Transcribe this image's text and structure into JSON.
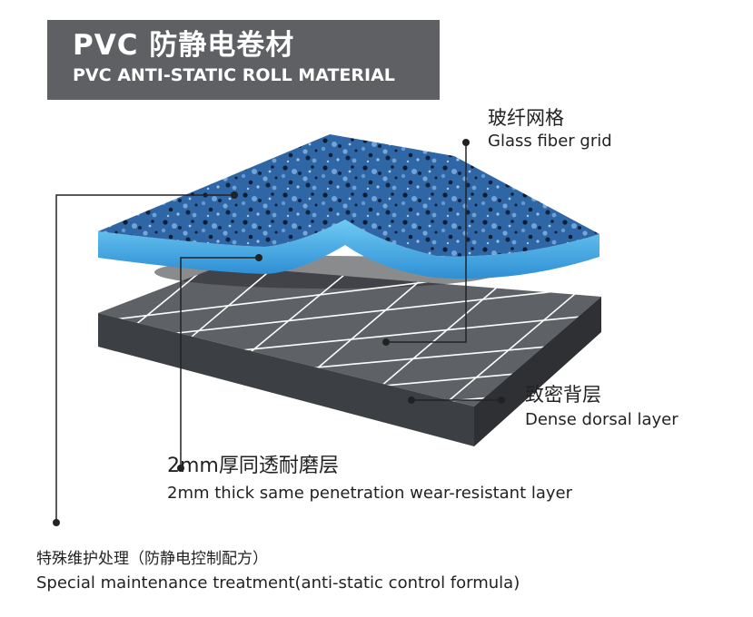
{
  "title": {
    "cn": "PVC 防静电卷材",
    "en": "PVC ANTI-STATIC ROLL MATERIAL"
  },
  "labels": {
    "glass_fiber": {
      "cn": "玻纤网格",
      "en": "Glass fiber grid"
    },
    "dense_layer": {
      "cn": "致密背层",
      "en": "Dense dorsal layer"
    },
    "wear_layer": {
      "cn": "2mm厚同透耐磨层",
      "en": "2mm thick same penetration wear-resistant layer"
    },
    "treatment": {
      "cn": "特殊维护处理（防静电控制配方）",
      "en": "Special maintenance treatment(anti-static control formula)"
    }
  },
  "colors": {
    "title_bg": "#5f6063",
    "top_layer": "#2f67a6",
    "top_layer_edge": "#47b2ea",
    "base_layer_top": "#5e6166",
    "base_layer_side": "#3c3f44",
    "grid_line": "#ffffff",
    "leader_line": "#222222"
  }
}
